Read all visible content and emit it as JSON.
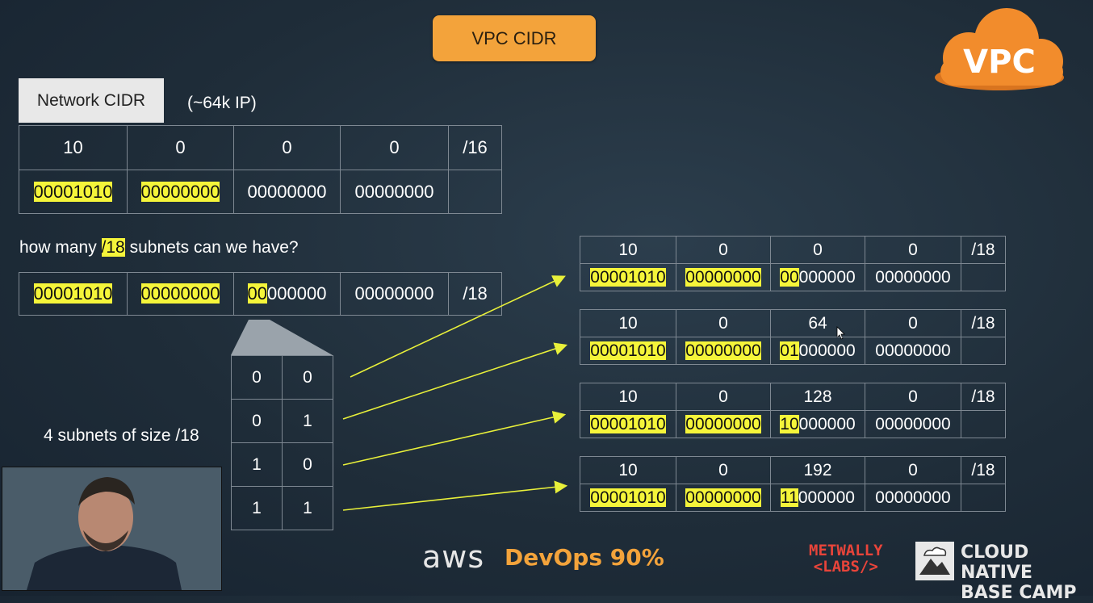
{
  "title": "VPC CIDR",
  "vpc_logo_text": "VPC",
  "network_cidr_label": "Network CIDR",
  "ip_count_note": "(~64k IP)",
  "network_table": {
    "decimal": [
      "10",
      "0",
      "0",
      "0",
      "/16"
    ],
    "binary": [
      {
        "hl": "00001010",
        "rest": ""
      },
      {
        "hl": "00000000",
        "rest": ""
      },
      {
        "hl": "",
        "rest": "00000000"
      },
      {
        "hl": "",
        "rest": "00000000"
      }
    ]
  },
  "question": {
    "prefix": "how many ",
    "highlight": "/18",
    "suffix": " subnets can we have?"
  },
  "subnet_mask_row": {
    "cells": [
      {
        "hl": "00001010",
        "rest": ""
      },
      {
        "hl": "00000000",
        "rest": ""
      },
      {
        "hl": "00",
        "rest": "000000"
      },
      {
        "hl": "",
        "rest": "00000000"
      }
    ],
    "suffix": "/18"
  },
  "bits_table": [
    [
      "0",
      "0"
    ],
    [
      "0",
      "1"
    ],
    [
      "1",
      "0"
    ],
    [
      "1",
      "1"
    ]
  ],
  "subnets_note": "4 subnets of size /18",
  "subnets": [
    {
      "decimal": [
        "10",
        "0",
        "0",
        "0",
        "/18"
      ],
      "third_hl": "00",
      "third_rest": "000000"
    },
    {
      "decimal": [
        "10",
        "0",
        "64",
        "0",
        "/18"
      ],
      "third_hl": "01",
      "third_rest": "000000"
    },
    {
      "decimal": [
        "10",
        "0",
        "128",
        "0",
        "/18"
      ],
      "third_hl": "10",
      "third_rest": "000000"
    },
    {
      "decimal": [
        "10",
        "0",
        "192",
        "0",
        "/18"
      ],
      "third_hl": "11",
      "third_rest": "000000"
    }
  ],
  "subnet_binary_fixed": {
    "first": "00001010",
    "second": "00000000",
    "fourth": "00000000"
  },
  "footer": {
    "aws": "aws",
    "devops": "DevOps 90%",
    "metwally_line1": "METWALLY",
    "metwally_line2": "<LABS/>",
    "cloud_native_line1": "CLOUD NATIVE",
    "cloud_native_line2": "BASE CAMP"
  },
  "colors": {
    "highlight": "#f5f53a",
    "accent": "#f3a33b",
    "arrow": "#e8f03a",
    "metwally": "#e8443a"
  }
}
